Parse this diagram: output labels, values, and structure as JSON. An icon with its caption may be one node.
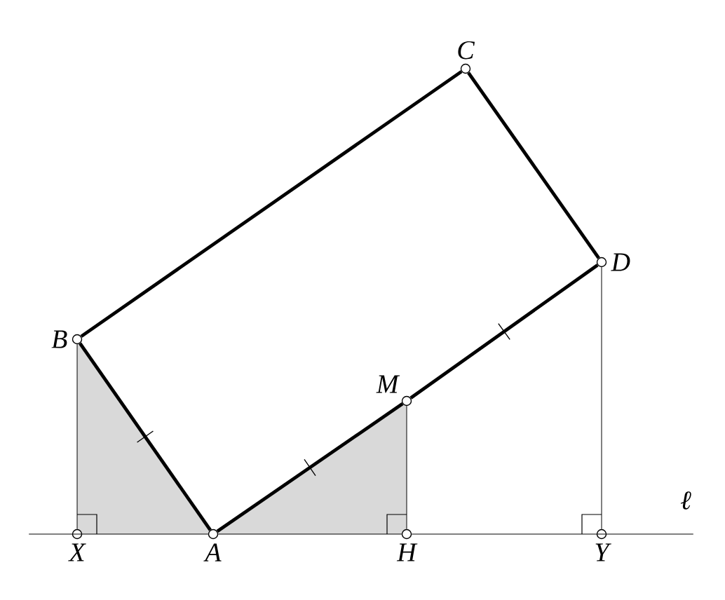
{
  "diagram": {
    "nodes": [
      {
        "text": [
          "C"
        ]
      },
      {
        "text": [
          "D"
        ]
      },
      {
        "text": [
          "B"
        ]
      },
      {
        "text": [
          "M"
        ]
      },
      {
        "text": [
          "X"
        ]
      },
      {
        "text": [
          "A"
        ]
      },
      {
        "text": [
          "H"
        ]
      },
      {
        "text": [
          "Y"
        ]
      }
    ],
    "edges": [
      {
        "from": 5,
        "to": 2,
        "arrow": "none",
        "style": "thick"
      },
      {
        "from": 2,
        "to": 0,
        "arrow": "none",
        "style": "thick"
      },
      {
        "from": 0,
        "to": 1,
        "arrow": "none",
        "style": "thick"
      },
      {
        "from": 1,
        "to": 3,
        "arrow": "none",
        "style": "thick"
      },
      {
        "from": 3,
        "to": 5,
        "arrow": "none",
        "style": "thick"
      },
      {
        "from": 2,
        "to": 4,
        "arrow": "none"
      },
      {
        "from": 3,
        "to": 6,
        "arrow": "none"
      },
      {
        "from": 1,
        "to": 7,
        "arrow": "none"
      },
      {
        "from": 4,
        "to": 5,
        "arrow": "none"
      },
      {
        "from": 5,
        "to": 6,
        "arrow": "none"
      },
      {
        "from": 6,
        "to": 7,
        "arrow": "none"
      }
    ],
    "labels": [
      "ℓ"
    ]
  }
}
